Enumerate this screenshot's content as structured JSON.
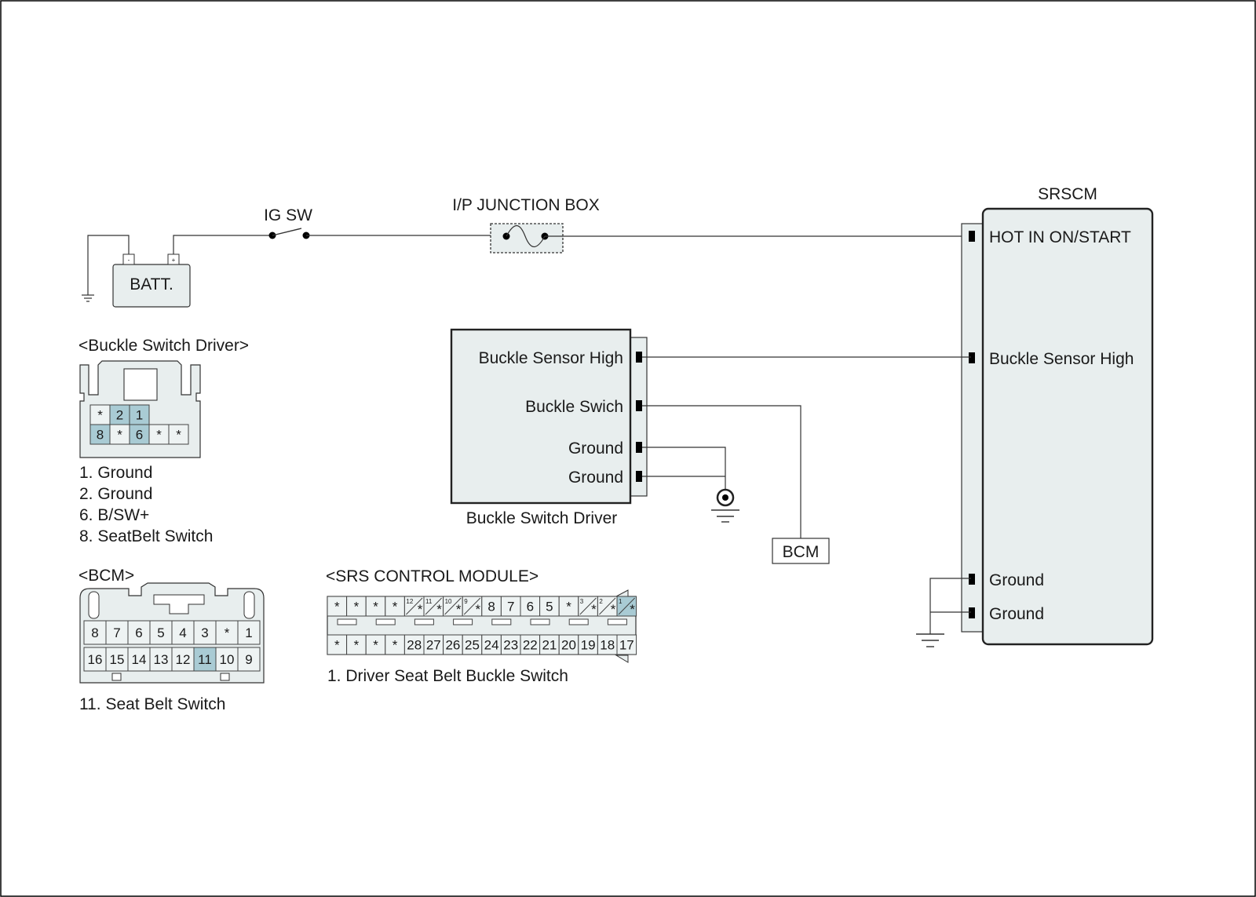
{
  "diagram": {
    "components": {
      "ig_sw": "IG SW",
      "junction_box": "I/P JUNCTION BOX",
      "srscm": "SRSCM",
      "battery": "BATT.",
      "battery_minus": "-",
      "battery_plus": "+",
      "buckle_driver_caption": "Buckle Switch Driver",
      "bcm_box": "BCM"
    },
    "srscm_pins": [
      "HOT IN ON/START",
      "Buckle Sensor High",
      "Ground",
      "Ground"
    ],
    "driver_pins": [
      "Buckle Sensor High",
      "Buckle Swich",
      "Ground",
      "Ground"
    ]
  },
  "connectors": {
    "buckle_driver": {
      "title": "<Buckle Switch Driver>",
      "row1": [
        "*",
        "2",
        "1"
      ],
      "row2": [
        "8",
        "*",
        "6",
        "*",
        "*"
      ],
      "legend": [
        "1. Ground",
        "2. Ground",
        "6. B/SW+",
        "8. SeatBelt Switch"
      ]
    },
    "bcm": {
      "title": "<BCM>",
      "row1": [
        "8",
        "7",
        "6",
        "5",
        "4",
        "3",
        "*",
        "1"
      ],
      "row2": [
        "16",
        "15",
        "14",
        "13",
        "12",
        "11",
        "10",
        "9"
      ],
      "legend": [
        "11. Seat Belt Switch"
      ]
    },
    "srs_module": {
      "title": "<SRS CONTROL MODULE>",
      "row1": [
        "*",
        "*",
        "*",
        "*",
        "12",
        "11",
        "10",
        "9",
        "8",
        "7",
        "6",
        "5",
        "*",
        "3",
        "2",
        "1"
      ],
      "row2": [
        "*",
        "*",
        "*",
        "*",
        "28",
        "27",
        "26",
        "25",
        "24",
        "23",
        "22",
        "21",
        "20",
        "19",
        "18",
        "17"
      ],
      "legend": [
        "1. Driver Seat Belt Buckle Switch"
      ]
    }
  },
  "colors": {
    "highlight": "#a9cbd4",
    "fill": "#e8eeee",
    "line": "#333333"
  }
}
